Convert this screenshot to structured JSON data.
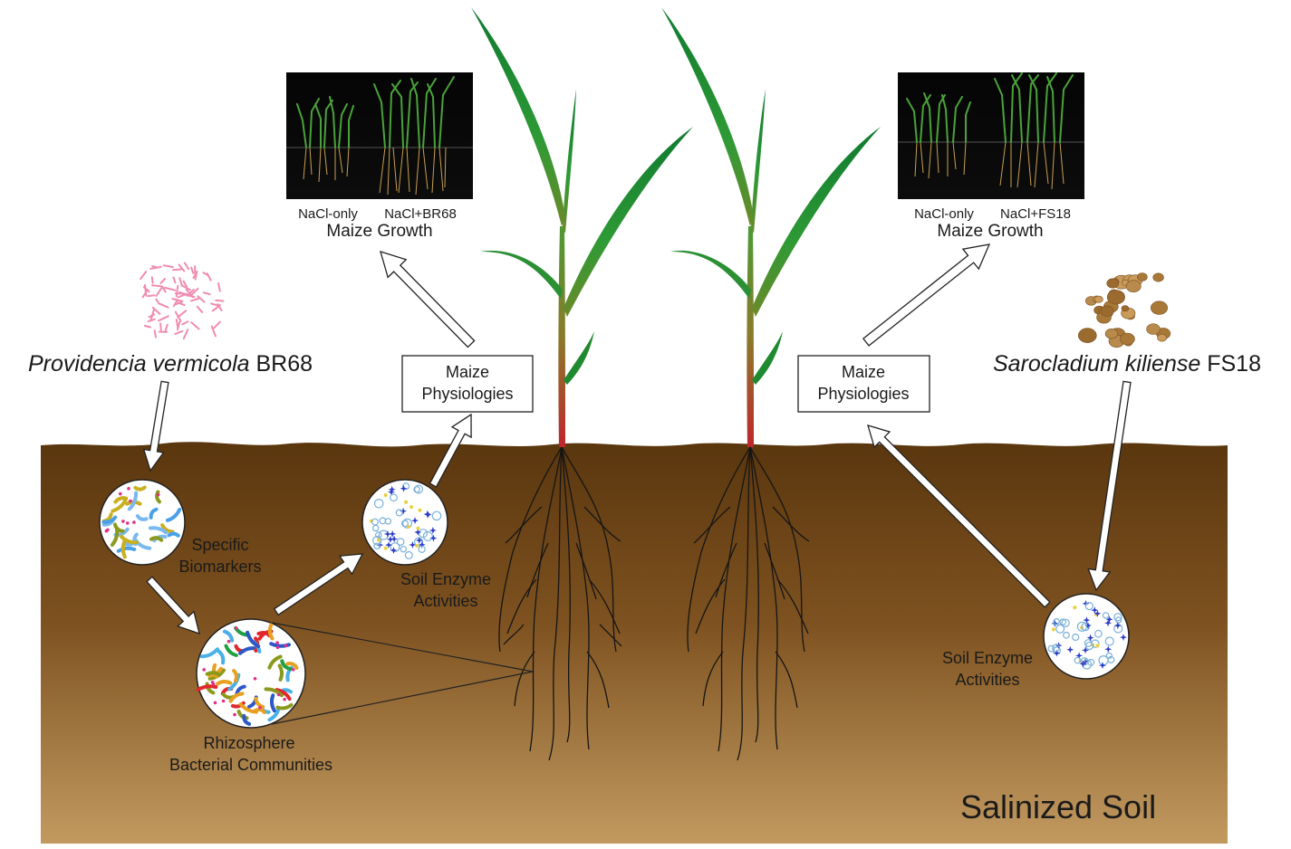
{
  "left_panel": {
    "organism_italic": "Providencia vermicola",
    "organism_strain": " BR68",
    "photo_label_control": "NaCl-only",
    "photo_label_treatment": "NaCl+BR68",
    "growth_label": "Maize Growth",
    "physiology_line1": "Maize",
    "physiology_line2": "Physiologies",
    "biomarkers_line1": "Specific",
    "biomarkers_line2": "Biomarkers",
    "enzyme_line1": "Soil Enzyme",
    "enzyme_line2": "Activities",
    "community_line1": "Rhizosphere",
    "community_line2": "Bacterial Communities"
  },
  "right_panel": {
    "organism_italic": "Sarocladium kiliense",
    "organism_strain": " FS18",
    "photo_label_control": "NaCl-only",
    "photo_label_treatment": "NaCl+FS18",
    "growth_label": "Maize Growth",
    "physiology_line1": "Maize",
    "physiology_line2": "Physiologies",
    "enzyme_line1": "Soil Enzyme",
    "enzyme_line2": "Activities"
  },
  "soil_label": "Salinized Soil",
  "colors": {
    "soil_top": "#5e3a10",
    "soil_bottom": "#c49a5e",
    "leaf_dark": "#0d6b2a",
    "leaf_light": "#3aa63c",
    "stem_base": "#b8252b",
    "root": "#1a1a1a",
    "bacteria_pink": "#f08cb0",
    "spore": "#b88a4c"
  }
}
